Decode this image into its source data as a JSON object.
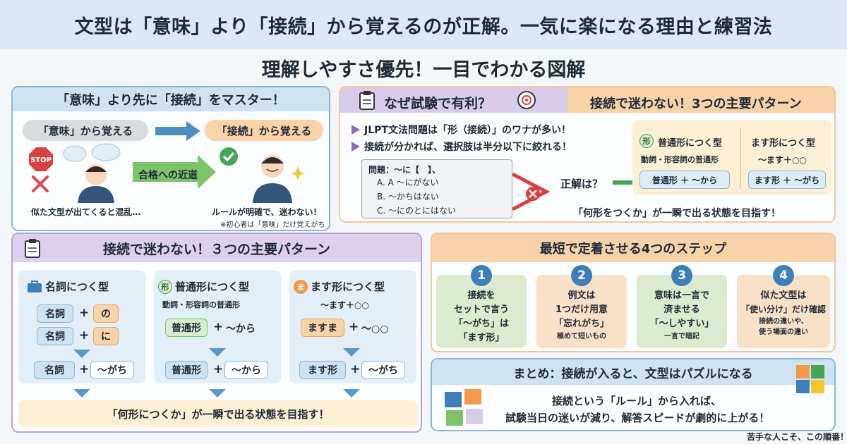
{
  "title": "文型は「意味」より「接続」から覚えるのが正解。一気に楽になる理由と練習法",
  "subtitle": "理解しやすさ優先！一目でわかる図解",
  "panel1": {
    "heading": "「意味」より先に「接続」をマスター！",
    "meaning_pill": "「意味」から覚える",
    "connect_pill": "「接続」から覚える",
    "shortcut": "合格への近道",
    "stop": "STOP",
    "left_caption": "似た文型が出てくると混乱…",
    "right_caption": "ルールが明確で、迷わない！",
    "note": "※初心者は「意味」だけ覚えがち"
  },
  "panel2": {
    "heading": "なぜ試験で有利？",
    "bullet1": "JLPT文法問題は「形（接続）」のワナが多い！",
    "bullet2": "接続が分かれば、選択肢は半分以下に絞れる！",
    "question": "問題：〜に【　】、",
    "options": [
      "A. A 〜にがない",
      "B. 〜かちはない",
      "C. 〜にのとにはない"
    ],
    "answer_label": "正解は？"
  },
  "panel3": {
    "heading": "接続で迷わない！3つの主要パターン",
    "badge": "形",
    "col1_title": "普通形につく型",
    "col1_sub": "動詞・形容詞の普通形",
    "col1_box": "普通形 ＋ 〜から",
    "col2_title": "ます形につく型",
    "col2_sub": "〜ます＋○○",
    "col2_box": "ます形 ＋ 〜がち",
    "goal": "「何形をつくか」が一瞬で出る状態を目指す！"
  },
  "panel4": {
    "heading": "接続で迷わない！３つの主要パターン",
    "col1": {
      "title": "名詞につく型",
      "row1_a": "名詞",
      "row1_b": "の",
      "row2_a": "名詞",
      "row2_b": "に",
      "result_a": "名詞",
      "result_b": "〜がち"
    },
    "col2": {
      "badge": "形",
      "title": "普通形につく型",
      "sub": "動詞・形容詞の普通形",
      "row_a": "普通形",
      "row_b": "〜から",
      "result_a": "普通形",
      "result_b": "〜から"
    },
    "col3": {
      "badge": "ま",
      "title": "ます形につく型",
      "sub": "〜ます＋○○",
      "row_a": "ますま",
      "row_b": "〜○○",
      "result_a": "ます形",
      "result_b": "〜がち"
    },
    "plus": "+",
    "goal": "「何形につくか」が一瞬で出る状態を目指す！"
  },
  "panel5": {
    "heading": "最短で定着させる4つのステップ",
    "steps": [
      {
        "num": "1",
        "l1": "接続を",
        "l2": "セットで言う",
        "l3": "「〜がち」は",
        "l4": "「ます形」"
      },
      {
        "num": "2",
        "l1": "例文は",
        "l2": "1つだけ用意",
        "l3": "「忘れがち」",
        "l4": "極めて短いもの"
      },
      {
        "num": "3",
        "l1": "意味は一言で",
        "l2": "済ませる",
        "l3": "「〜しやすい」",
        "l4": "一言で暗記"
      },
      {
        "num": "4",
        "l1": "似た文型は",
        "l2": "「使い分け」だけ確認",
        "l3": "接続の違いや、",
        "l4": "使う場面の違い"
      }
    ]
  },
  "panel6": {
    "heading": "まとめ：接続が入ると、文型はパズルになる",
    "line1": "接続という「ルール」から入れば、",
    "line2": "試験当日の迷いが減り、解答スピードが劇的に上がる！"
  },
  "footer": "苦手な人こそ、この順番！"
}
